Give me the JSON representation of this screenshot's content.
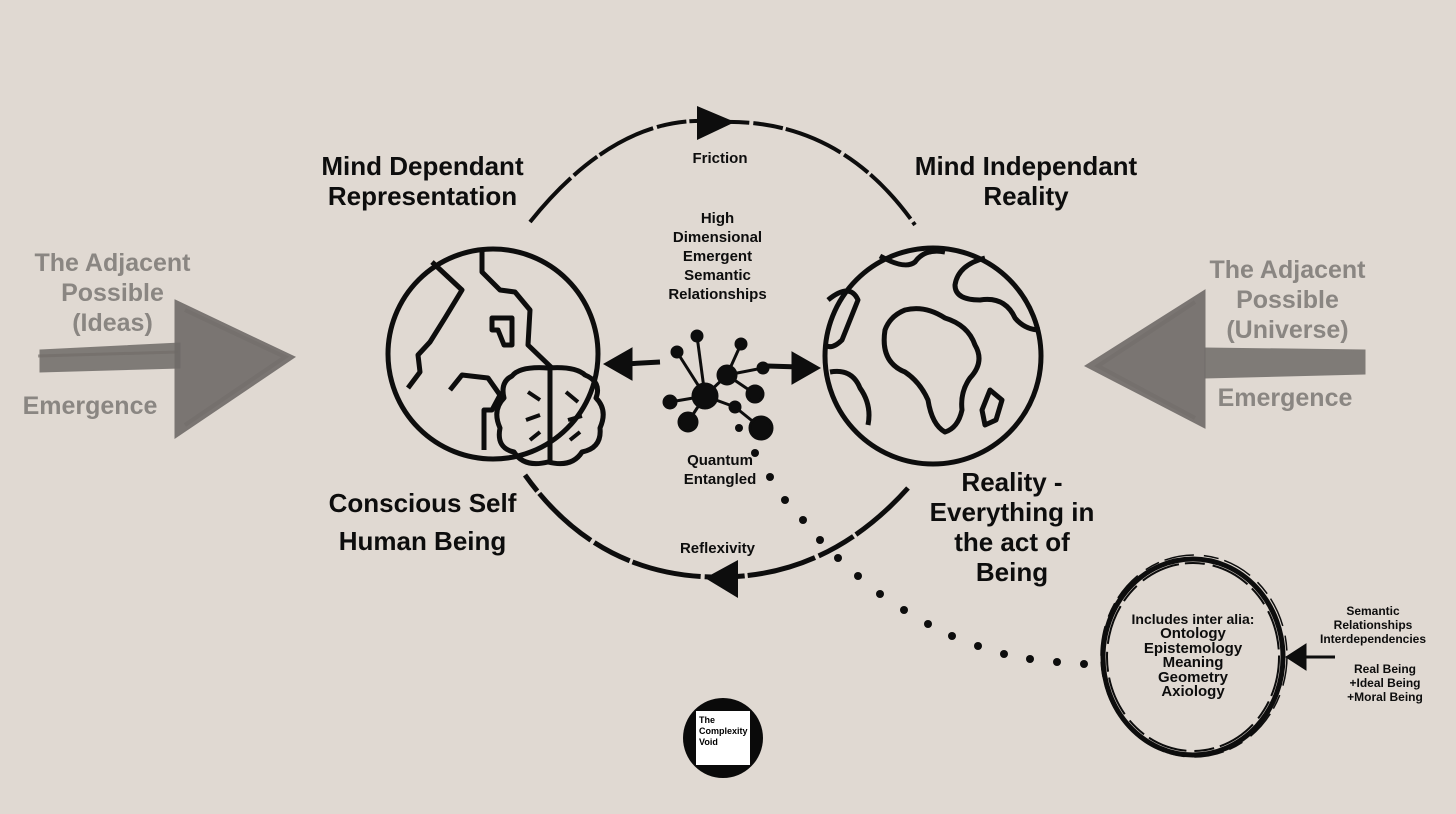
{
  "left_adjacent": {
    "title": "The Adjacent\nPossible\n(Ideas)",
    "emergence": "Emergence"
  },
  "right_adjacent": {
    "title": "The Adjacent\nPossible\n(Universe)",
    "emergence": "Emergence"
  },
  "mind_dependant": "Mind Dependant\nRepresentation",
  "mind_independant": "Mind Independant\nReality",
  "friction": "Friction",
  "reflexivity": "Reflexivity",
  "center_top": "High\nDimensional\nEmergent\nSemantic\nRelationships",
  "quantum": "Quantum\nEntangled",
  "conscious_self": "Conscious Self\nHuman Being",
  "reality": "Reality -\nEverything in\nthe act of\nBeing",
  "ring_box": {
    "intro": "Includes inter alia:",
    "items": "Ontology\nEpistemology\nMeaning\nGeometry\nAxiology"
  },
  "side_notes": {
    "top": "Semantic\nRelationships\nInterdependencies",
    "bottom": "Real Being\n+Ideal Being\n+Moral Being"
  },
  "logo": "The\nComplexity\nVoid",
  "colors": {
    "background": "#e0d9d2",
    "ink": "#0d0d0d",
    "grey_text": "#8a8682",
    "grey_arrow": "#6f6b68"
  }
}
